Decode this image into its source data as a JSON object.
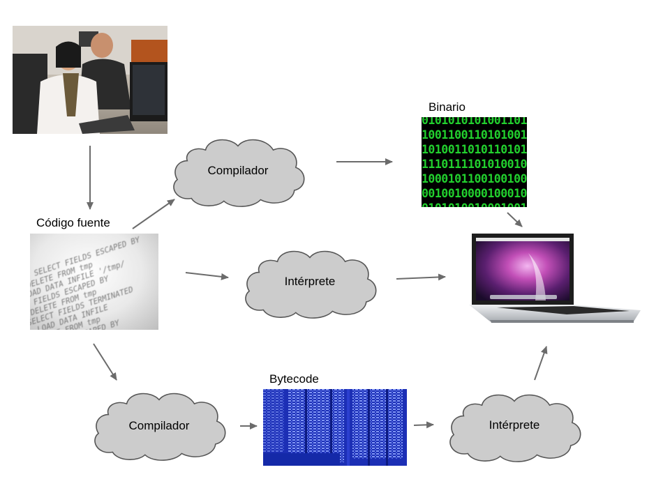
{
  "nodes": {
    "source_label": "Código fuente",
    "binary_label": "Binario",
    "bytecode_label": "Bytecode",
    "compiler_top": "Compilador",
    "interpreter_mid": "Intérprete",
    "compiler_bottom": "Compilador",
    "interpreter_bottom": "Intérprete"
  },
  "colors": {
    "cloud_fill": "#cccccc",
    "cloud_stroke": "#555555",
    "arrow": "#6b6b6b",
    "binary_bg": "#000000",
    "binary_digits": "#22d02e",
    "bytecode_bg": "#1c2fb5"
  },
  "icons": {
    "photo": "people-at-computer-photo",
    "paper": "source-code-paper-image",
    "binary": "binary-code-image",
    "bytecode": "bytecode-image",
    "laptop": "laptop-image"
  }
}
